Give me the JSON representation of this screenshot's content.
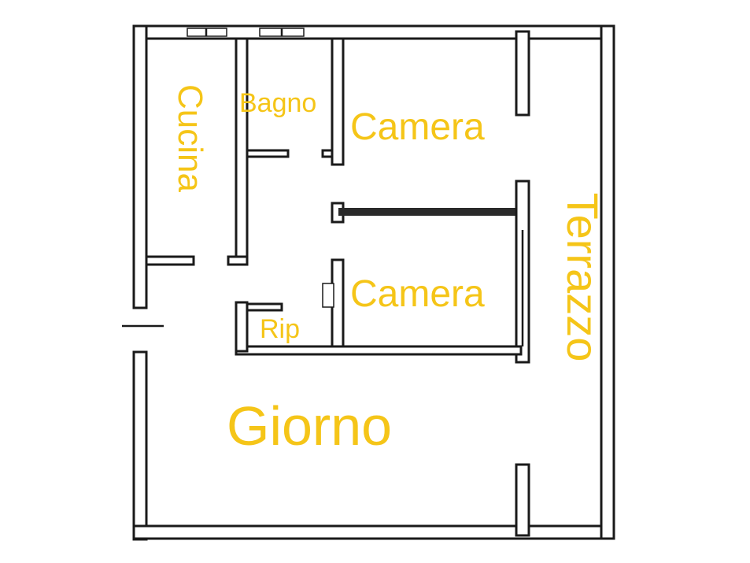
{
  "colors": {
    "label": "#f5c518",
    "wall": "#1a1a1a",
    "background": "#ffffff"
  },
  "rooms": {
    "cucina": "Cucina",
    "bagno": "Bagno",
    "camera_top": "Camera",
    "camera_bottom": "Camera",
    "rip": "Rip",
    "terrazzo": "Terrazzo",
    "giorno": "Giorno"
  }
}
